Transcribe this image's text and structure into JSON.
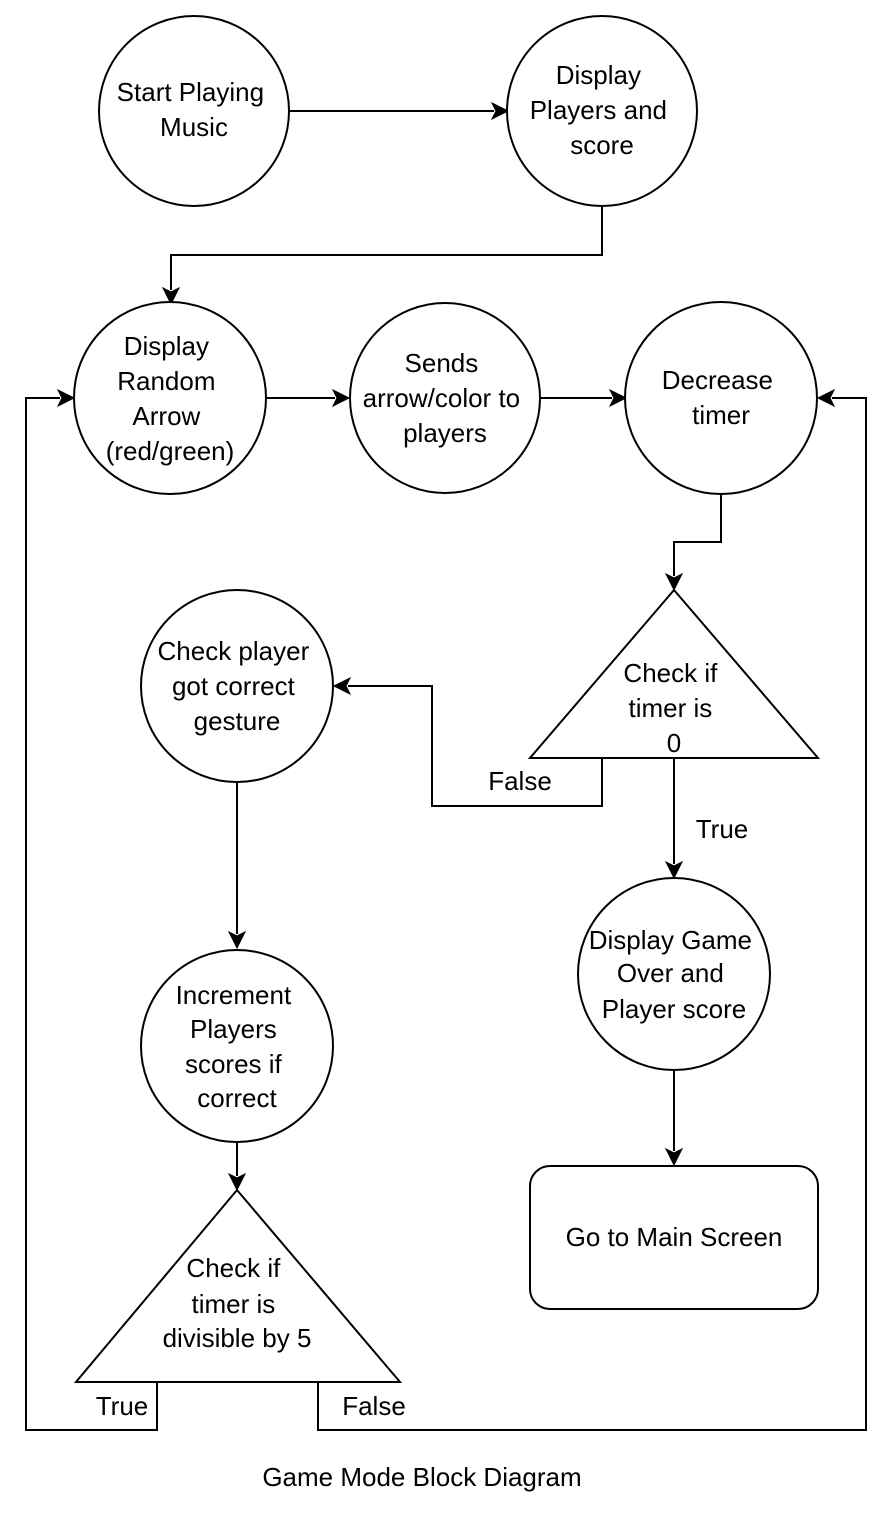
{
  "caption": "Game Mode Block Diagram",
  "colors": {
    "stroke": "#000000",
    "fill": "#ffffff",
    "text": "#000000"
  },
  "nodes": {
    "start_music": {
      "shape": "circle",
      "lines": [
        "Start Playing",
        "Music"
      ]
    },
    "display_players": {
      "shape": "circle",
      "lines": [
        "Display",
        "Players and",
        "score"
      ]
    },
    "display_arrow": {
      "shape": "circle",
      "lines": [
        "Display",
        "Random",
        "Arrow",
        "(red/green)"
      ]
    },
    "sends_arrow": {
      "shape": "circle",
      "lines": [
        "Sends",
        "arrow/color to",
        "players"
      ]
    },
    "decrease_timer": {
      "shape": "circle",
      "lines": [
        "Decrease",
        "timer"
      ]
    },
    "check_timer_zero": {
      "shape": "triangle",
      "lines": [
        "Check if",
        "timer is",
        "0"
      ]
    },
    "check_gesture": {
      "shape": "circle",
      "lines": [
        "Check player",
        "got correct",
        "gesture"
      ]
    },
    "game_over": {
      "shape": "circle",
      "lines": [
        "Display Game",
        "Over and",
        "Player score"
      ]
    },
    "increment_scores": {
      "shape": "circle",
      "lines": [
        "Increment",
        "Players",
        "scores if",
        "correct"
      ]
    },
    "main_screen": {
      "shape": "rounded-rectangle",
      "lines": [
        "Go to Main Screen"
      ]
    },
    "check_divisible": {
      "shape": "triangle",
      "lines": [
        "Check if",
        "timer is",
        "divisible by 5"
      ]
    }
  },
  "edge_labels": {
    "timer_zero_false": "False",
    "timer_zero_true": "True",
    "divisible_true": "True",
    "divisible_false": "False"
  }
}
